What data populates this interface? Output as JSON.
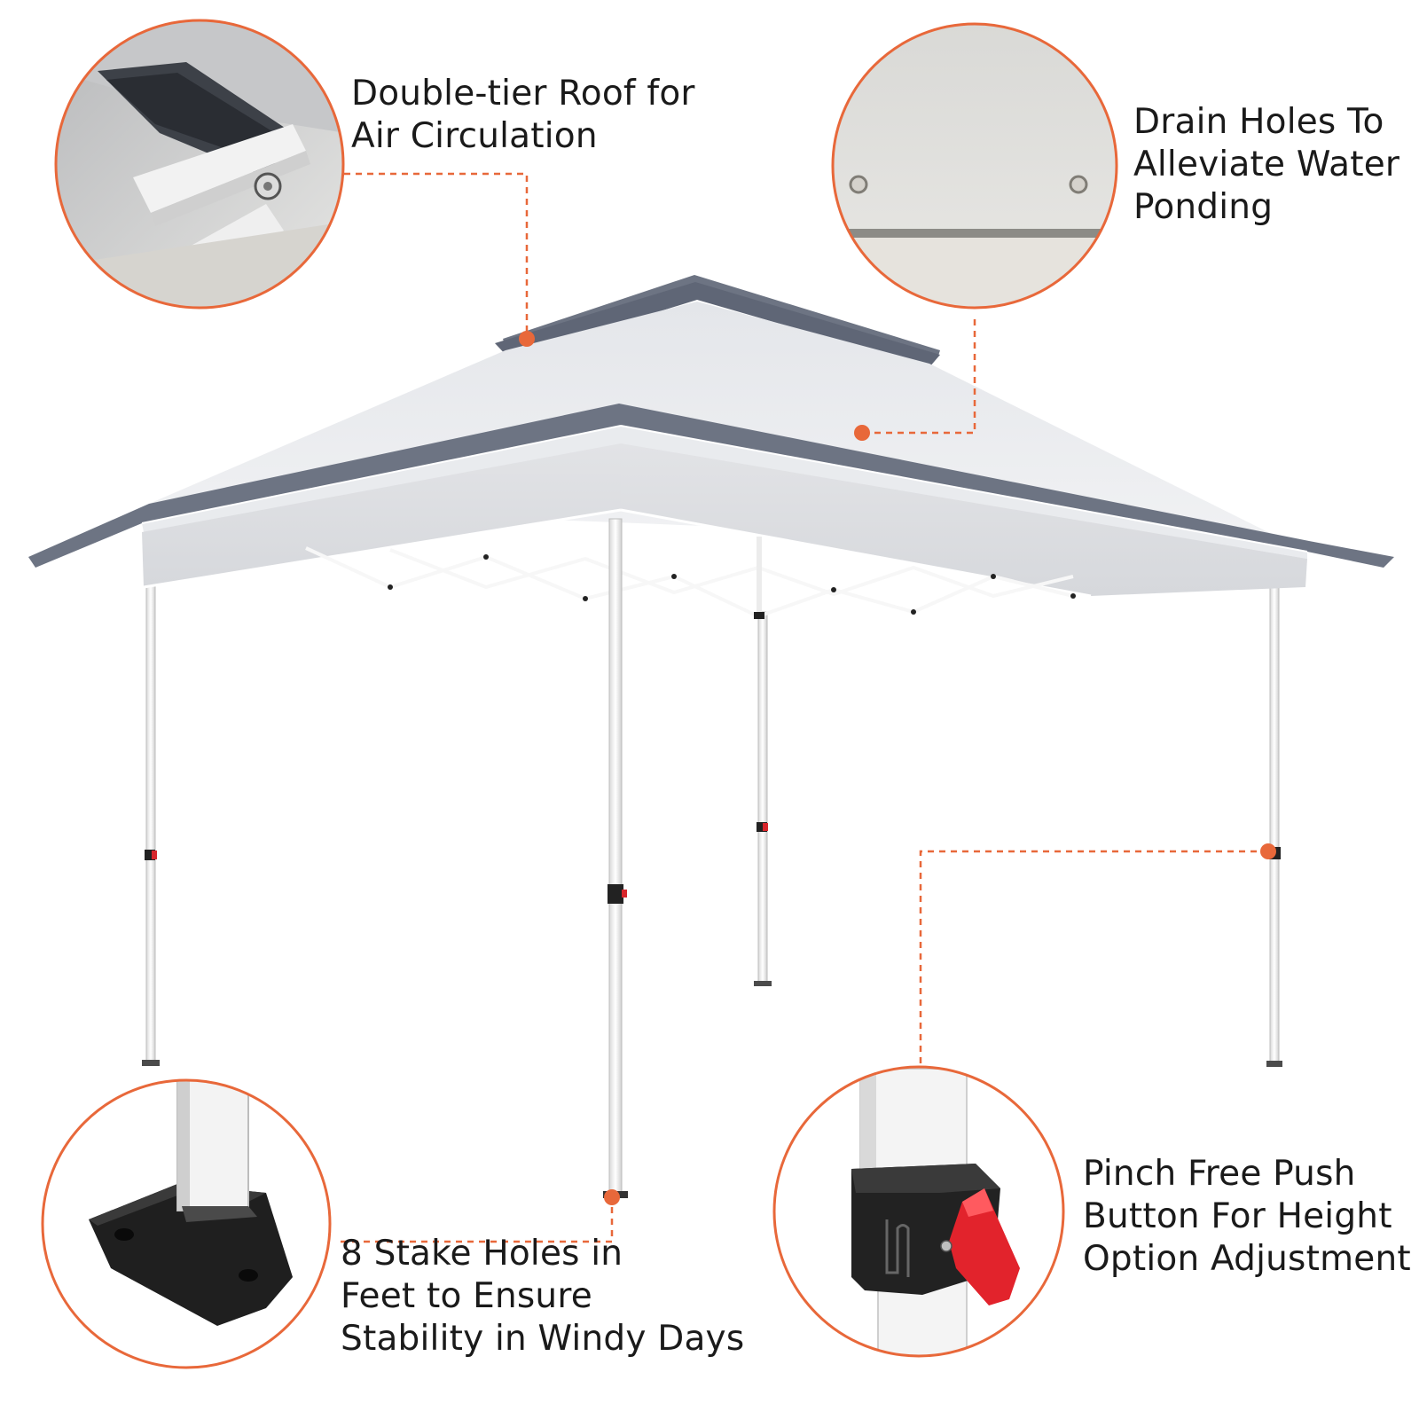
{
  "accent_color": "#e8683a",
  "callouts": {
    "roof": {
      "lines": [
        "Double-tier Roof for",
        "Air Circulation"
      ],
      "detail": "vent-detail"
    },
    "drain": {
      "lines": [
        "Drain Holes To",
        "Alleviate Water",
        "Ponding"
      ],
      "detail": "drain-detail"
    },
    "feet": {
      "lines": [
        "8 Stake Holes in",
        "Feet to Ensure",
        "Stability in Windy Days"
      ],
      "detail": "foot-detail"
    },
    "push": {
      "lines": [
        "Pinch Free Push",
        "Button For Height",
        "Option Adjustment"
      ],
      "detail": "button-detail"
    }
  },
  "colors": {
    "canopy_light": "#e9ebee",
    "canopy_trim": "#6d7483",
    "frame": "#f4f4f4",
    "button_red": "#e2232c"
  }
}
